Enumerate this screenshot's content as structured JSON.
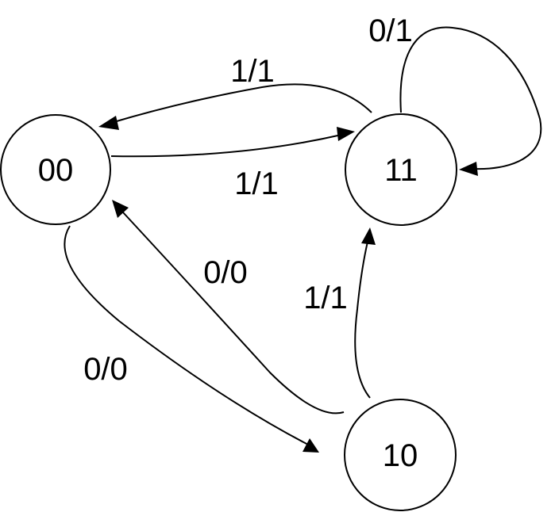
{
  "states": {
    "s00": "00",
    "s11": "11",
    "s10": "10"
  },
  "transitions": {
    "t11_to_00": "1/1",
    "t00_to_11": "1/1",
    "t11_self": "0/1",
    "t00_to_10": "0/0",
    "t10_to_00": "0/0",
    "t10_to_11": "1/1"
  },
  "colors": {
    "stroke": "#000000",
    "background": "#ffffff"
  }
}
